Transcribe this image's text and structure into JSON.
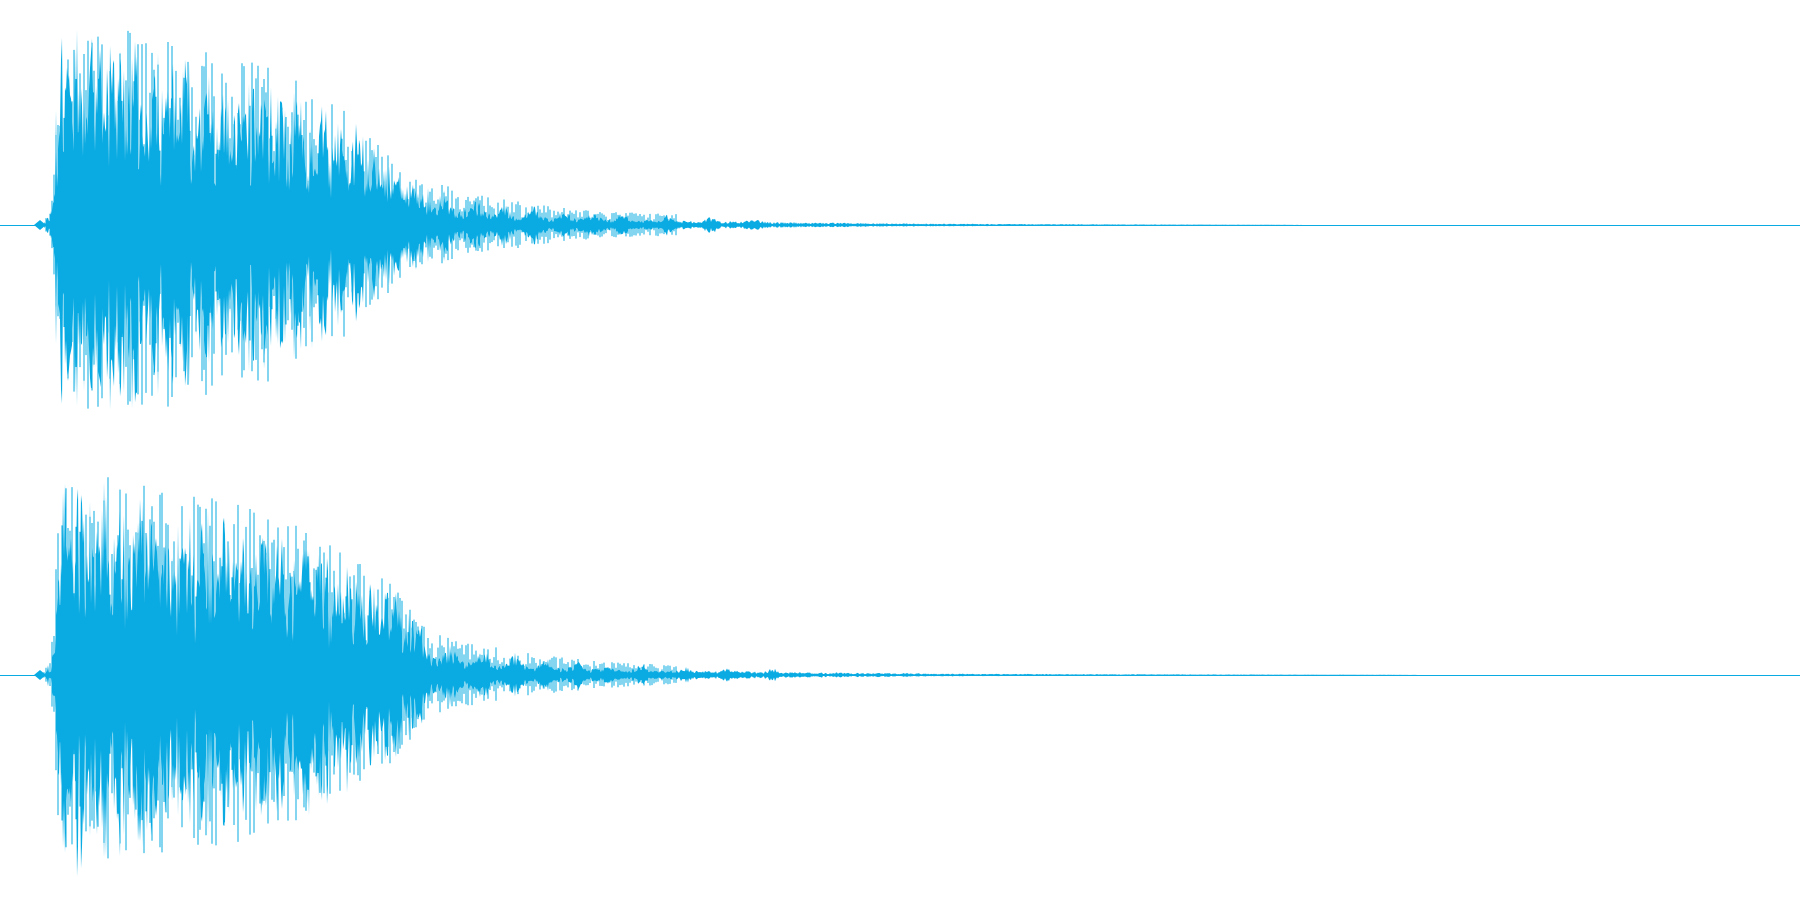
{
  "waveform": {
    "color": "#0aabe2",
    "background": "#ffffff",
    "channel_count": 2,
    "channels": [
      {
        "id": "left",
        "peak": 0.96,
        "envelope": [
          [
            0.0,
            0.02
          ],
          [
            0.004,
            0.08
          ],
          [
            0.008,
            0.96
          ],
          [
            0.04,
            0.92
          ],
          [
            0.08,
            0.85
          ],
          [
            0.11,
            0.78
          ],
          [
            0.14,
            0.7
          ],
          [
            0.17,
            0.55
          ],
          [
            0.19,
            0.4
          ],
          [
            0.21,
            0.22
          ],
          [
            0.24,
            0.16
          ],
          [
            0.27,
            0.11
          ],
          [
            0.3,
            0.08
          ],
          [
            0.33,
            0.06
          ],
          [
            0.38,
            0.045
          ],
          [
            0.43,
            0.03
          ],
          [
            0.48,
            0.02
          ],
          [
            0.54,
            0.012
          ],
          [
            0.6,
            0.008
          ],
          [
            0.66,
            0.005
          ],
          [
            0.7,
            0.003
          ],
          [
            0.72,
            0.0
          ]
        ],
        "bursts": [
          0.012,
          0.022,
          0.031,
          0.041,
          0.052,
          0.061,
          0.071,
          0.08,
          0.091,
          0.102,
          0.113,
          0.124,
          0.135,
          0.146,
          0.157,
          0.168,
          0.179,
          0.19,
          0.201,
          0.212,
          0.228,
          0.245,
          0.262,
          0.279,
          0.296,
          0.313,
          0.33,
          0.355,
          0.38,
          0.405
        ]
      },
      {
        "id": "right",
        "peak": 0.96,
        "envelope": [
          [
            0.0,
            0.02
          ],
          [
            0.004,
            0.08
          ],
          [
            0.008,
            0.96
          ],
          [
            0.04,
            0.92
          ],
          [
            0.08,
            0.86
          ],
          [
            0.11,
            0.8
          ],
          [
            0.14,
            0.72
          ],
          [
            0.17,
            0.58
          ],
          [
            0.19,
            0.5
          ],
          [
            0.2,
            0.42
          ],
          [
            0.22,
            0.2
          ],
          [
            0.25,
            0.14
          ],
          [
            0.28,
            0.1
          ],
          [
            0.31,
            0.07
          ],
          [
            0.35,
            0.05
          ],
          [
            0.4,
            0.04
          ],
          [
            0.46,
            0.025
          ],
          [
            0.52,
            0.015
          ],
          [
            0.6,
            0.01
          ],
          [
            0.68,
            0.006
          ],
          [
            0.76,
            0.003
          ],
          [
            0.79,
            0.0
          ]
        ],
        "bursts": [
          0.012,
          0.022,
          0.031,
          0.041,
          0.052,
          0.061,
          0.071,
          0.08,
          0.091,
          0.102,
          0.113,
          0.124,
          0.135,
          0.146,
          0.157,
          0.168,
          0.179,
          0.19,
          0.201,
          0.215,
          0.232,
          0.25,
          0.268,
          0.286,
          0.304,
          0.322,
          0.34,
          0.365,
          0.39,
          0.415
        ]
      }
    ]
  }
}
